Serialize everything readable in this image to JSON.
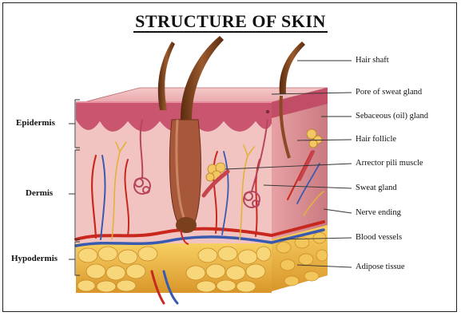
{
  "title": "STRUCTURE OF SKIN",
  "layers": [
    {
      "id": "epidermis",
      "label": "Epidermis"
    },
    {
      "id": "dermis",
      "label": "Dermis"
    },
    {
      "id": "hypodermis",
      "label": "Hypodermis"
    }
  ],
  "callouts": [
    {
      "id": "hair-shaft",
      "label": "Hair shaft"
    },
    {
      "id": "pore",
      "label": "Pore of sweat gland"
    },
    {
      "id": "sebaceous",
      "label": "Sebaceous (oil) gland"
    },
    {
      "id": "hair-follicle",
      "label": "Hair follicle"
    },
    {
      "id": "arrector",
      "label": "Arrector pili muscle"
    },
    {
      "id": "sweat-gland",
      "label": "Sweat gland"
    },
    {
      "id": "nerve",
      "label": "Nerve ending"
    },
    {
      "id": "blood",
      "label": "Blood vessels"
    },
    {
      "id": "adipose",
      "label": "Adipose tissue"
    }
  ],
  "colors": {
    "epidermis": "#c9566e",
    "dermis": "#f1c4c2",
    "fat": "#f0b640",
    "hair": "#7a3f1c",
    "artery": "#c8281e",
    "vein": "#3a5ab0",
    "nerve": "#e3b23a"
  }
}
